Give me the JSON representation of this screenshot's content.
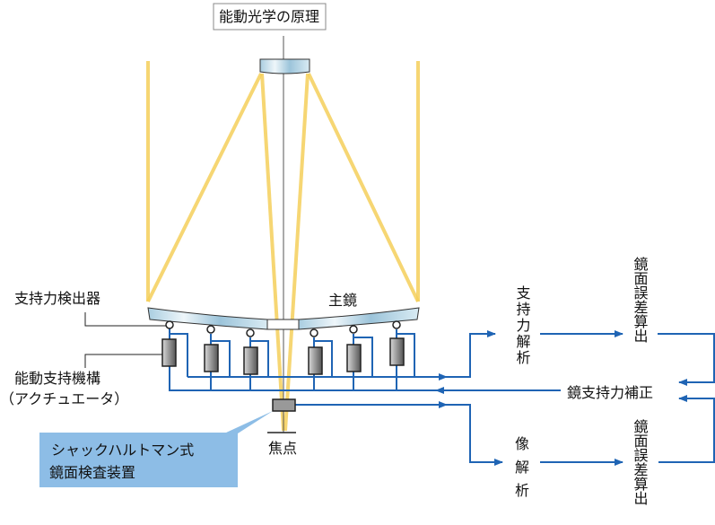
{
  "title": "能動光学の原理",
  "labels": {
    "support_detector": "支持力検出器",
    "primary_mirror": "主鏡",
    "actuator_line1": "能動支持機構",
    "actuator_line2": "（アクチュエータ）",
    "focus": "焦点",
    "sensor_line1": "シャックハルトマン式",
    "sensor_line2": "鏡面検査装置"
  },
  "flow": {
    "support_analysis": "支持力解析",
    "image_analysis": [
      "像",
      "解",
      "析"
    ],
    "mirror_error_top": "鏡面誤差算出",
    "mirror_error_bottom": "鏡面誤差算出",
    "correction": "鏡支持力補正"
  },
  "colors": {
    "flow_line": "#1f64b4",
    "beam": "#f5cf5a",
    "callout": "#8dbde6",
    "mirror": "#bcd9e8"
  }
}
